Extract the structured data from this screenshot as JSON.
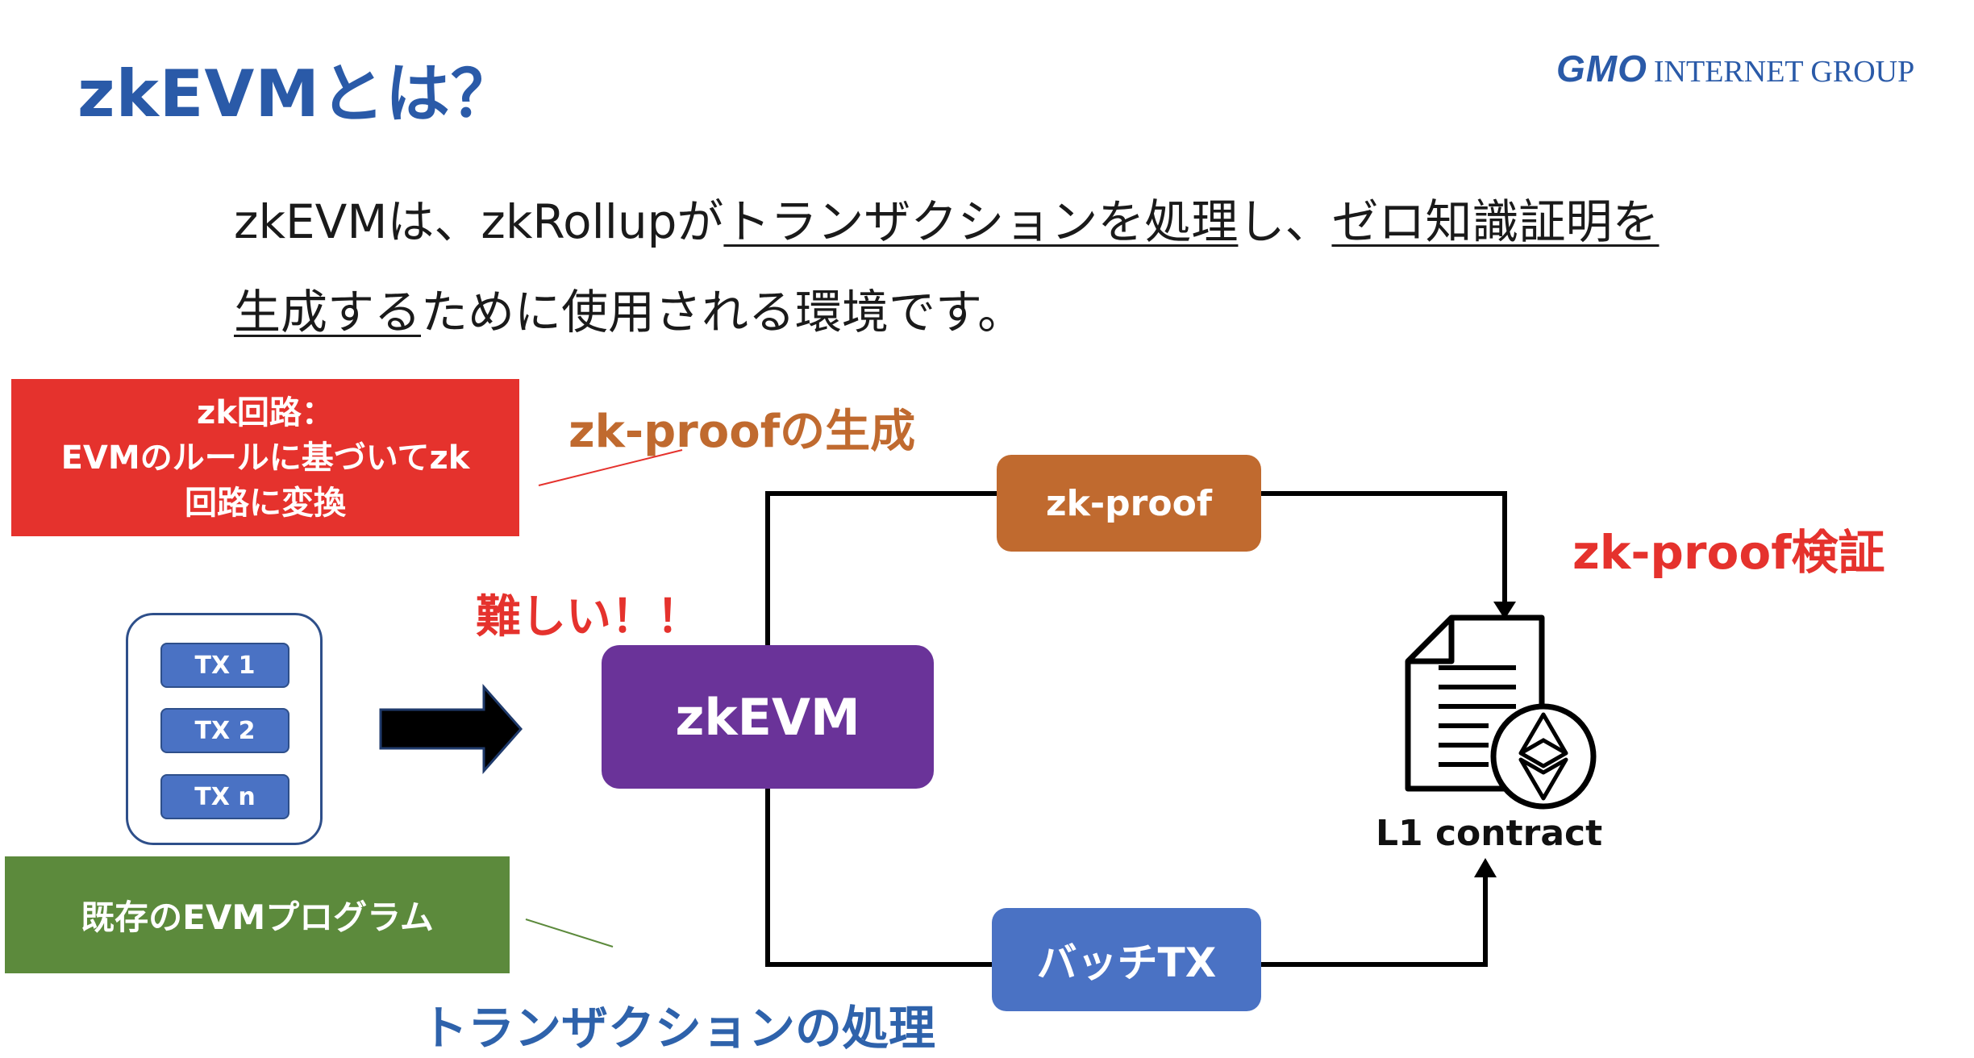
{
  "slide": {
    "title": "zkEVMとは？",
    "logo": {
      "gmo": "GMO",
      "group": "INTERNET GROUP"
    },
    "body": {
      "line1_a": "zkEVMは、zkRollupが",
      "line1_b": "トランザクションを処理",
      "line1_c": "し、",
      "line1_d": "ゼロ知識証明を",
      "line2_a": "生成する",
      "line2_b": "ために使用される環境です。"
    }
  },
  "diagram": {
    "circuit_note": {
      "line1": "zk回路：",
      "line2": "EVMのルールに基づいてzk",
      "line3": "回路に変換"
    },
    "existing_note": "既存のEVMプログラム",
    "proof_generation_label": "zk-proofの生成",
    "proof_verification_label": "zk-proof検証",
    "difficult_label": "難しい！！",
    "tx_processing_label": "トランザクションの処理",
    "tx_items": [
      "TX 1",
      "TX 2",
      "TX n"
    ],
    "zkevm_label": "zkEVM",
    "proof_box_label": "zk-proof",
    "batch_box_label": "バッチTX",
    "l1_contract_label": "L1 contract"
  },
  "colors": {
    "title_blue": "#2a5aa8",
    "red": "#e5322d",
    "orange": "#c06a2f",
    "green": "#5c8a3c",
    "purple": "#6a3399",
    "tx_blue": "#4a72c4"
  }
}
